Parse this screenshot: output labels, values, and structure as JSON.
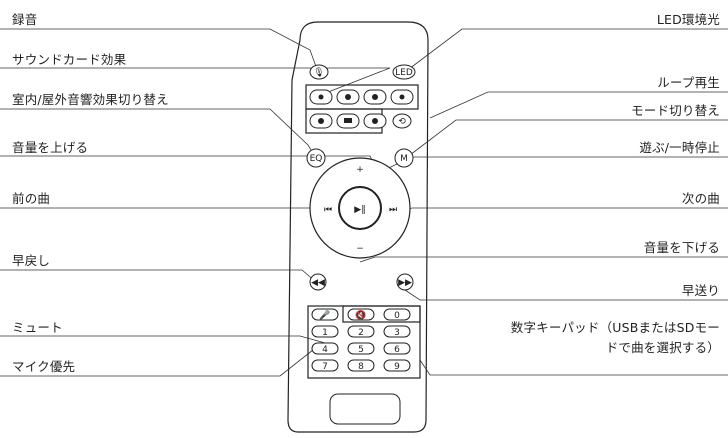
{
  "labels_left": [
    {
      "name": "recording",
      "text": "録音"
    },
    {
      "name": "sound-card-effect",
      "text": "サウンドカード効果"
    },
    {
      "name": "indoor-outdoor-effect",
      "text": "室内/屋外音響効果切り替え"
    },
    {
      "name": "volume-up",
      "text": "音量を上げる"
    },
    {
      "name": "previous-track",
      "text": "前の曲"
    },
    {
      "name": "rewind",
      "text": "早戻し"
    },
    {
      "name": "mute",
      "text": "ミュート"
    },
    {
      "name": "mic-priority",
      "text": "マイク優先"
    }
  ],
  "labels_right": [
    {
      "name": "led-ambient-light",
      "text": "LED環境光"
    },
    {
      "name": "loop-playback",
      "text": "ループ再生"
    },
    {
      "name": "mode-switch",
      "text": "モード切り替え"
    },
    {
      "name": "play-pause",
      "text": "遊ぶ/一時停止"
    },
    {
      "name": "next-track",
      "text": "次の曲"
    },
    {
      "name": "volume-down",
      "text": "音量を下げる"
    },
    {
      "name": "fast-forward",
      "text": "早送り"
    },
    {
      "name": "numeric-keypad-line1",
      "text": "数字キーパッド（USBまたはSDモー"
    },
    {
      "name": "numeric-keypad-line2",
      "text": "ドで曲を選択する）"
    }
  ],
  "remote": {
    "led_label": "LED",
    "eq_label": "EQ",
    "mode_label": "M",
    "plus_label": "+",
    "minus_label": "−",
    "zero_key": "0",
    "number_keys": [
      "1",
      "2",
      "3",
      "4",
      "5",
      "6",
      "7",
      "8",
      "9"
    ]
  }
}
